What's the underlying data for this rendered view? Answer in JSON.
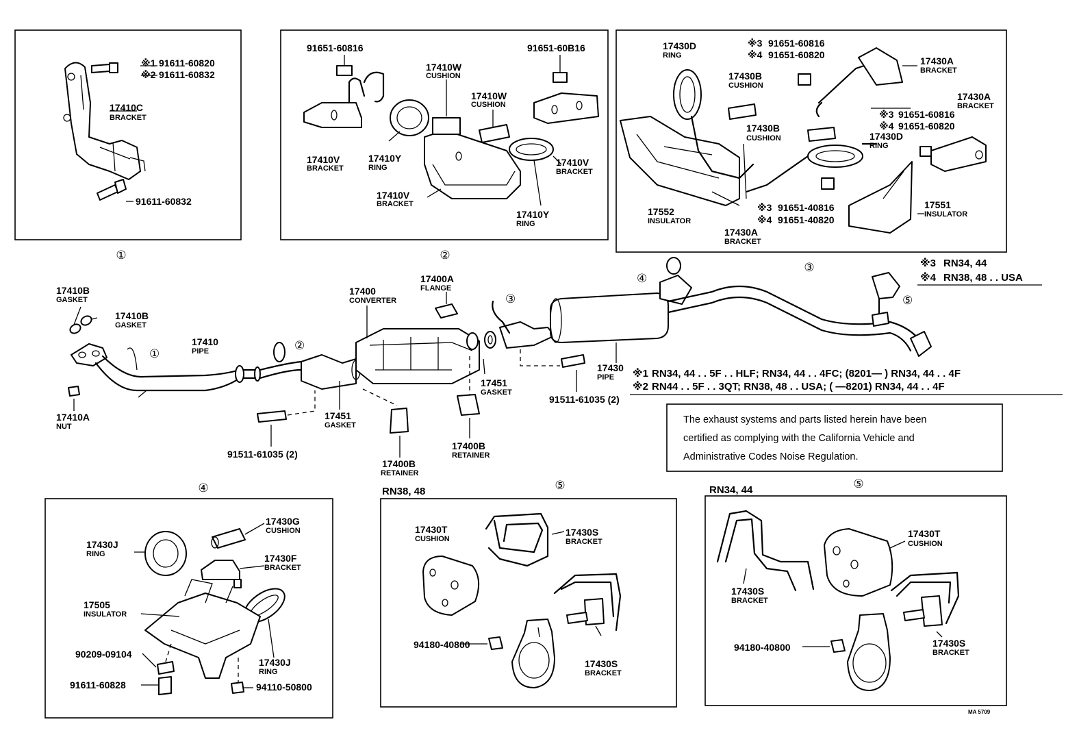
{
  "panels": {
    "p1": {
      "marker": "①",
      "note1": {
        "mark": "※1",
        "part": "91611-60820"
      },
      "note2": {
        "mark": "※2",
        "part": "91611-60832"
      },
      "bracket": {
        "num": "17410C",
        "name": "BRACKET"
      },
      "bolt": "91611-60832"
    },
    "p2": {
      "marker": "②",
      "bolt_left": "91651-60816",
      "bolt_right": "91651-60B16",
      "cushion_a": {
        "num": "17410W",
        "name": "CUSHION"
      },
      "cushion_b": {
        "num": "17410W",
        "name": "CUSHION"
      },
      "bracket_left": {
        "num": "17410V",
        "name": "BRACKET"
      },
      "ring_left": {
        "num": "17410Y",
        "name": "RING"
      },
      "bracket_right": {
        "num": "17410V",
        "name": "BRACKET"
      },
      "bracket_center": {
        "num": "17410V",
        "name": "BRACKET"
      },
      "ring_right": {
        "num": "17410Y",
        "name": "RING"
      }
    },
    "p3": {
      "marker": "③",
      "ring_top": {
        "num": "17430D",
        "name": "RING"
      },
      "bolt_a3": {
        "mark": "※3",
        "part": "91651-60816"
      },
      "bolt_a4": {
        "mark": "※4",
        "part": "91651-60820"
      },
      "bracket_top": {
        "num": "17430A",
        "name": "BRACKET"
      },
      "cushion_a": {
        "num": "17430B",
        "name": "CUSHION"
      },
      "bracket_right": {
        "num": "17430A",
        "name": "BRACKET"
      },
      "bolt_b3": {
        "mark": "※3",
        "part": "91651-60816"
      },
      "bolt_b4": {
        "mark": "※4",
        "part": "91651-60820"
      },
      "cushion_b": {
        "num": "17430B",
        "name": "CUSHION"
      },
      "ring_right": {
        "num": "17430D",
        "name": "RING"
      },
      "insulator_left": {
        "num": "17552",
        "name": "INSULATOR"
      },
      "bolt_c3": {
        "mark": "※3",
        "part": "91651-40816"
      },
      "bolt_c4": {
        "mark": "※4",
        "part": "91651-40820"
      },
      "insulator_right": {
        "num": "17551",
        "name": "INSULATOR"
      },
      "bracket_bottom": {
        "num": "17430A",
        "name": "BRACKET"
      }
    },
    "p4": {
      "marker": "④",
      "cushion": {
        "num": "17430G",
        "name": "CUSHION"
      },
      "ring_left": {
        "num": "17430J",
        "name": "RING"
      },
      "bracket": {
        "num": "17430F",
        "name": "BRACKET"
      },
      "insulator": {
        "num": "17505",
        "name": "INSULATOR"
      },
      "washer": "90209-09104",
      "ring_right": {
        "num": "17430J",
        "name": "RING"
      },
      "bolt": "91611-60828",
      "nut": "94110-50800"
    },
    "p5a": {
      "marker": "⑤",
      "models": "RN38, 48",
      "cushion": {
        "num": "17430T",
        "name": "CUSHION"
      },
      "bracket_top": {
        "num": "17430S",
        "name": "BRACKET"
      },
      "nut": "94180-40800",
      "bracket_bottom": {
        "num": "17430S",
        "name": "BRACKET"
      }
    },
    "p5b": {
      "marker": "⑤",
      "models": "RN34, 44",
      "cushion": {
        "num": "17430T",
        "name": "CUSHION"
      },
      "bracket_left": {
        "num": "17430S",
        "name": "BRACKET"
      },
      "nut": "94180-40800",
      "bracket_right": {
        "num": "17430S",
        "name": "BRACKET"
      }
    }
  },
  "main": {
    "gasket_top": {
      "num": "17410B",
      "name": "GASKET"
    },
    "gasket_side": {
      "num": "17410B",
      "name": "GASKET"
    },
    "pipe_front": {
      "num": "17410",
      "name": "PIPE"
    },
    "nut": {
      "num": "17410A",
      "name": "NUT"
    },
    "converter": {
      "num": "17400",
      "name": "CONVERTER"
    },
    "flange": {
      "num": "17400A",
      "name": "FLANGE"
    },
    "gasket_mid": {
      "num": "17451",
      "name": "GASKET"
    },
    "gasket_right": {
      "num": "17451",
      "name": "GASKET"
    },
    "retainer_bottom": {
      "num": "17400B",
      "name": "RETAINER"
    },
    "retainer_right": {
      "num": "17400B",
      "name": "RETAINER"
    },
    "bolt_left": "91511-61035 (2)",
    "bolt_right": "91511-61035 (2)",
    "pipe_rear": {
      "num": "17430",
      "name": "PIPE"
    },
    "markers": {
      "m1": "①",
      "m2": "②",
      "m3": "③",
      "m4": "④",
      "m5": "⑤"
    }
  },
  "notes": {
    "n3": {
      "mark": "※3",
      "text": "RN34, 44"
    },
    "n4": {
      "mark": "※4",
      "text": "RN38, 48 . . USA"
    },
    "n1": {
      "mark": "※1",
      "text": "RN34, 44 . . 5F . . HLF; RN34, 44 . . 4FC; (8201—        ) RN34, 44 . . 4F"
    },
    "n2": {
      "mark": "※2",
      "text": "RN44 . . 5F . . 3QT; RN38, 48 . . USA; (         —8201) RN34, 44 . . 4F"
    }
  },
  "certification": [
    "The exhaust systems and parts listed herein have been",
    "certified as complying with the California Vehicle and",
    "Administrative Codes Noise Regulation."
  ],
  "figure_code": "MA  5709"
}
